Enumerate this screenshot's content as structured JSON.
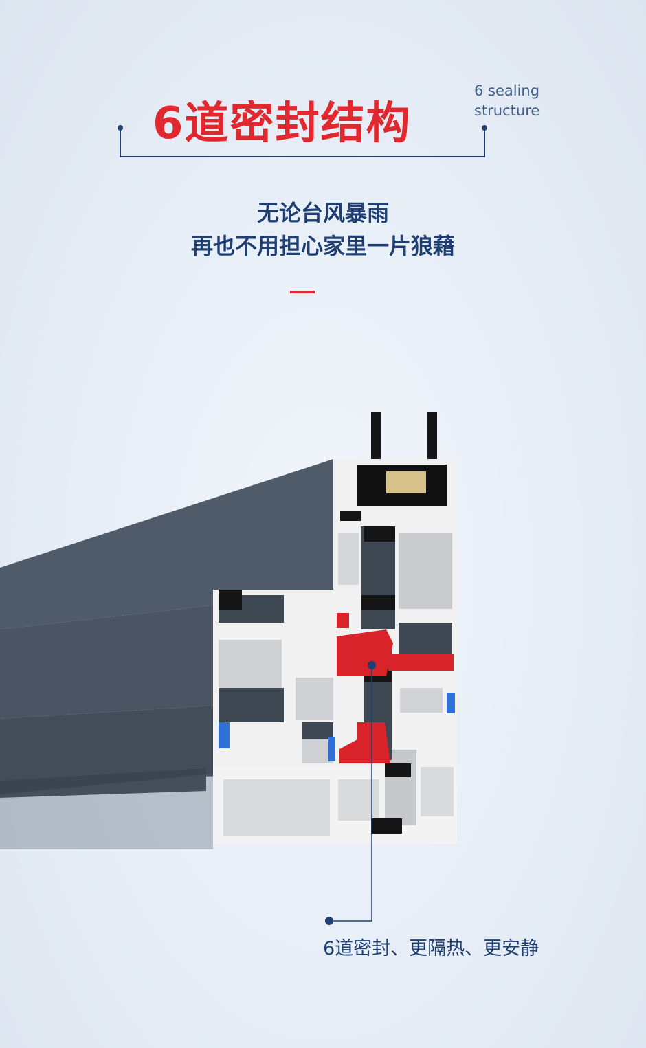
{
  "header": {
    "title": "6道密封结构",
    "subtitle_en_line1": "6 sealing",
    "subtitle_en_line2": "structure"
  },
  "tagline": {
    "line1": "无论台风暴雨",
    "line2": "再也不用担心家里一片狼藉"
  },
  "callout": {
    "caption": "6道密封、更隔热、更安静"
  },
  "colors": {
    "accent_red": "#e0282e",
    "text_navy": "#1f3f73",
    "profile_gray": "#4a5563",
    "seal_black": "#151515",
    "seal_blue": "#2f6fd8"
  }
}
